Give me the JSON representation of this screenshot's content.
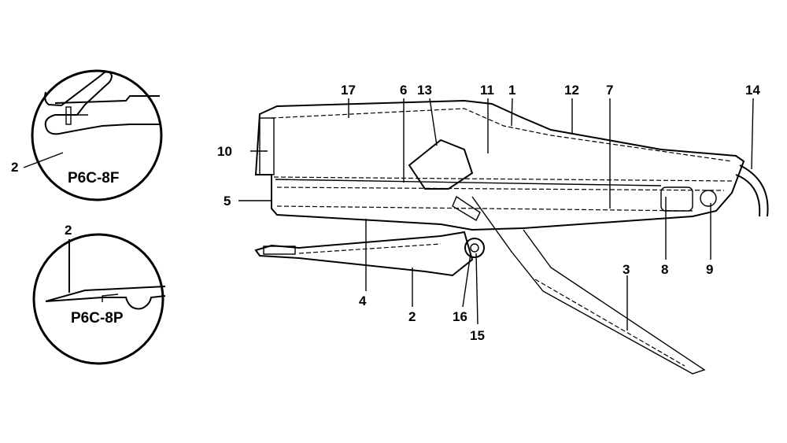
{
  "title": "Stapler plier parts diagram",
  "insets": [
    {
      "caption": "P6C-8F",
      "part_label": "2"
    },
    {
      "caption": "P6C-8P",
      "part_label": "2"
    }
  ],
  "part_labels": {
    "p17": "17",
    "p6": "6",
    "p13": "13",
    "p11": "11",
    "p1": "1",
    "p12": "12",
    "p7": "7",
    "p14": "14",
    "p10": "10",
    "p5": "5",
    "p4": "4",
    "p2": "2",
    "p16": "16",
    "p15": "15",
    "p3": "3",
    "p8": "8",
    "p9": "9"
  }
}
